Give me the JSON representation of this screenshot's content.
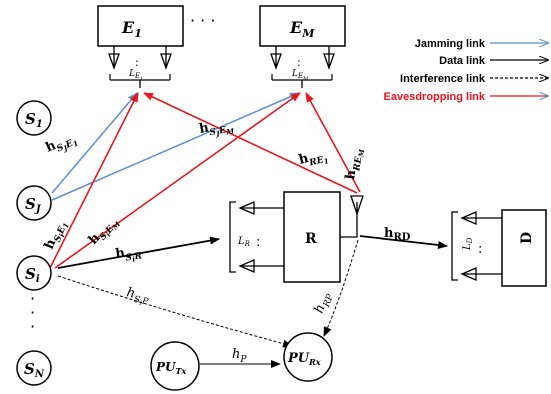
{
  "eavesdroppers": {
    "e1": {
      "base": "E",
      "sub": "1",
      "antenna_sub": "E",
      "antenna_subsub": "1"
    },
    "em": {
      "base": "E",
      "sub": "M",
      "antenna_sub": "E",
      "antenna_subsub": "M"
    },
    "dots": "· · ·"
  },
  "sources": {
    "s1": {
      "base": "S",
      "sub": "1"
    },
    "sj": {
      "base": "S",
      "sub": "J"
    },
    "si": {
      "base": "S",
      "sub": "i"
    },
    "sn": {
      "base": "S",
      "sub": "N"
    },
    "dots": "·"
  },
  "relay": {
    "label": "R",
    "antenna_base": "L",
    "antenna_sub": "R"
  },
  "destination": {
    "label": "D",
    "antenna_base": "L",
    "antenna_sub": "D"
  },
  "primary": {
    "tx": {
      "base": "PU",
      "sub": "Tx"
    },
    "rx": {
      "base": "PU",
      "sub": "Rx"
    }
  },
  "links": {
    "h": "h",
    "hsje1": {
      "sub1": "S",
      "sub2": "J",
      "sub3": "E",
      "sub4": "1"
    },
    "hsjem": {
      "sub1": "S",
      "sub2": "J",
      "sub3": "E",
      "sub4": "M"
    },
    "hsie1": {
      "sub1": "S",
      "sub2": "i",
      "sub3": "E",
      "sub4": "1"
    },
    "hsiem": {
      "sub1": "S",
      "sub2": "i",
      "sub3": "E",
      "sub4": "M"
    },
    "hsir": {
      "sub1": "S",
      "sub2": "i",
      "sub3": "R"
    },
    "hre1": {
      "sub1": "RE",
      "sub2": "1"
    },
    "hrem": {
      "sub1": "RE",
      "sub2": "M"
    },
    "hrd": {
      "sub": "RD"
    },
    "hsip": {
      "sub1": "S",
      "sub2": "i",
      "sub3": "P"
    },
    "hrp": {
      "sub": "RP"
    },
    "hp": {
      "sub": "P"
    }
  },
  "legend": {
    "jamming": "Jamming link",
    "data": "Data link",
    "interference": "Interference  link",
    "eavesdropping": "Eavesdropping  link"
  },
  "colors": {
    "jamming": "#5b8fd1",
    "eavesdropping": "#e8161c",
    "data": "#000000",
    "interference": "#000000"
  },
  "icons": [
    "antenna-icon",
    "antenna-array-icon",
    "node-circle-icon",
    "block-box-icon"
  ]
}
